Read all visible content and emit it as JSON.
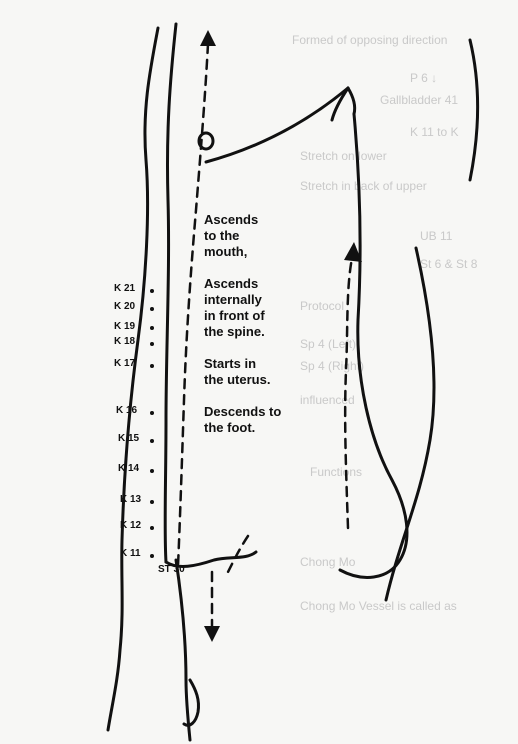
{
  "annotations": [
    {
      "id": "ascends-mouth",
      "lines": [
        "Ascends",
        "to the",
        "mouth,"
      ]
    },
    {
      "id": "ascends-internally",
      "lines": [
        "Ascends",
        "internally",
        "in front of",
        "the spine."
      ]
    },
    {
      "id": "starts-uterus",
      "lines": [
        "Starts in",
        "the uterus."
      ]
    },
    {
      "id": "descends-foot",
      "lines": [
        "Descends to",
        "the foot."
      ]
    }
  ],
  "points": [
    {
      "label": "K 21",
      "dot": true
    },
    {
      "label": "K 20",
      "dot": true
    },
    {
      "label": "K 19",
      "dot": true
    },
    {
      "label": "K 18",
      "dot": true
    },
    {
      "label": "K 17",
      "dot": true
    },
    {
      "label": "K 16",
      "dot": true
    },
    {
      "label": "K 15",
      "dot": true
    },
    {
      "label": "K 14",
      "dot": true
    },
    {
      "label": "K 13",
      "dot": true
    },
    {
      "label": "K 12",
      "dot": true
    },
    {
      "label": "K 11",
      "dot": true
    },
    {
      "label": "ST 30",
      "dot": false
    }
  ],
  "bleed_through_text": [
    "Formed of opposing direction",
    "P 6 ↓",
    "Gallbladder 41",
    "K 11 to K",
    "Stretch on lower",
    "Stretch in back of upper",
    "UB 11",
    "St 6 & St 8",
    "Protocol",
    "Sp 4 (Left)",
    "Sp 4 (Right)",
    "influenced",
    "Functions",
    "Chong Mo",
    "Chong Mo Vessel is called as"
  ]
}
